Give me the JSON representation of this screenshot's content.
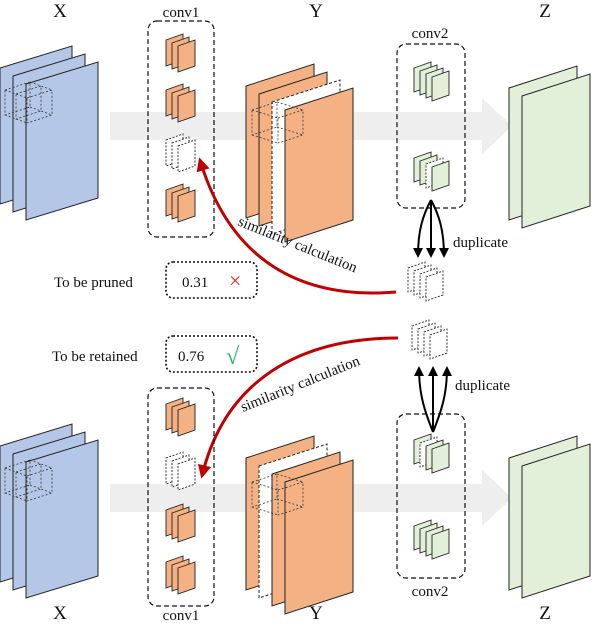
{
  "top": {
    "x_label": "X",
    "conv1_label": "conv1",
    "y_label": "Y",
    "conv2_label": "conv2",
    "z_label": "Z"
  },
  "bottom": {
    "x_label": "X",
    "conv1_label": "conv1",
    "y_label": "Y",
    "conv2_label": "conv2",
    "z_label": "Z"
  },
  "annotations": {
    "similarity_top": "similarity calculation",
    "similarity_bottom": "similarity calculation",
    "duplicate_top": "duplicate",
    "duplicate_bottom": "duplicate"
  },
  "pruned": {
    "label": "To be pruned",
    "value": "0.31",
    "mark": "×"
  },
  "retained": {
    "label": "To be retained",
    "value": "0.76",
    "mark": "√"
  },
  "colors": {
    "x_fill": "#b4c7e7",
    "y_fill": "#f4b183",
    "z_fill": "#e2f0d9",
    "arrow": "#c00000",
    "cross": "#e03030",
    "check": "#20b060",
    "flow": "#eeeeee"
  }
}
